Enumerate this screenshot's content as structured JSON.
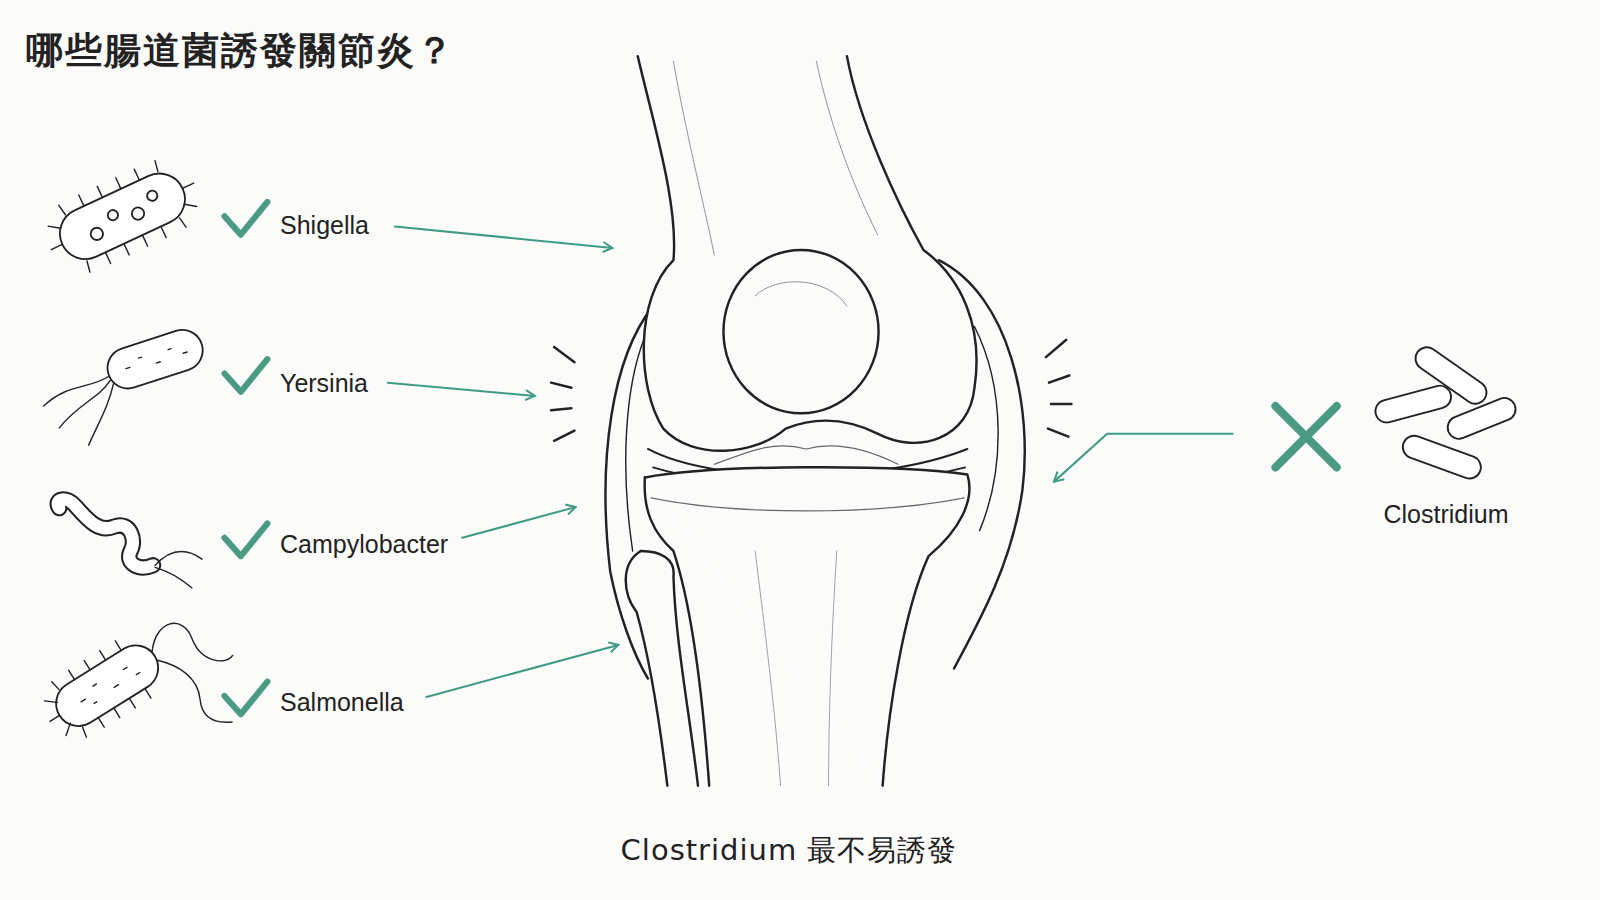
{
  "diagram": {
    "title": "哪些腸道菌誘發關節炎？",
    "caption": "Clostridium 最不易誘發",
    "labels": [
      "Shigella",
      "Yersinia",
      "Campylobacter",
      "Salmonella",
      "Clostridium"
    ]
  }
}
